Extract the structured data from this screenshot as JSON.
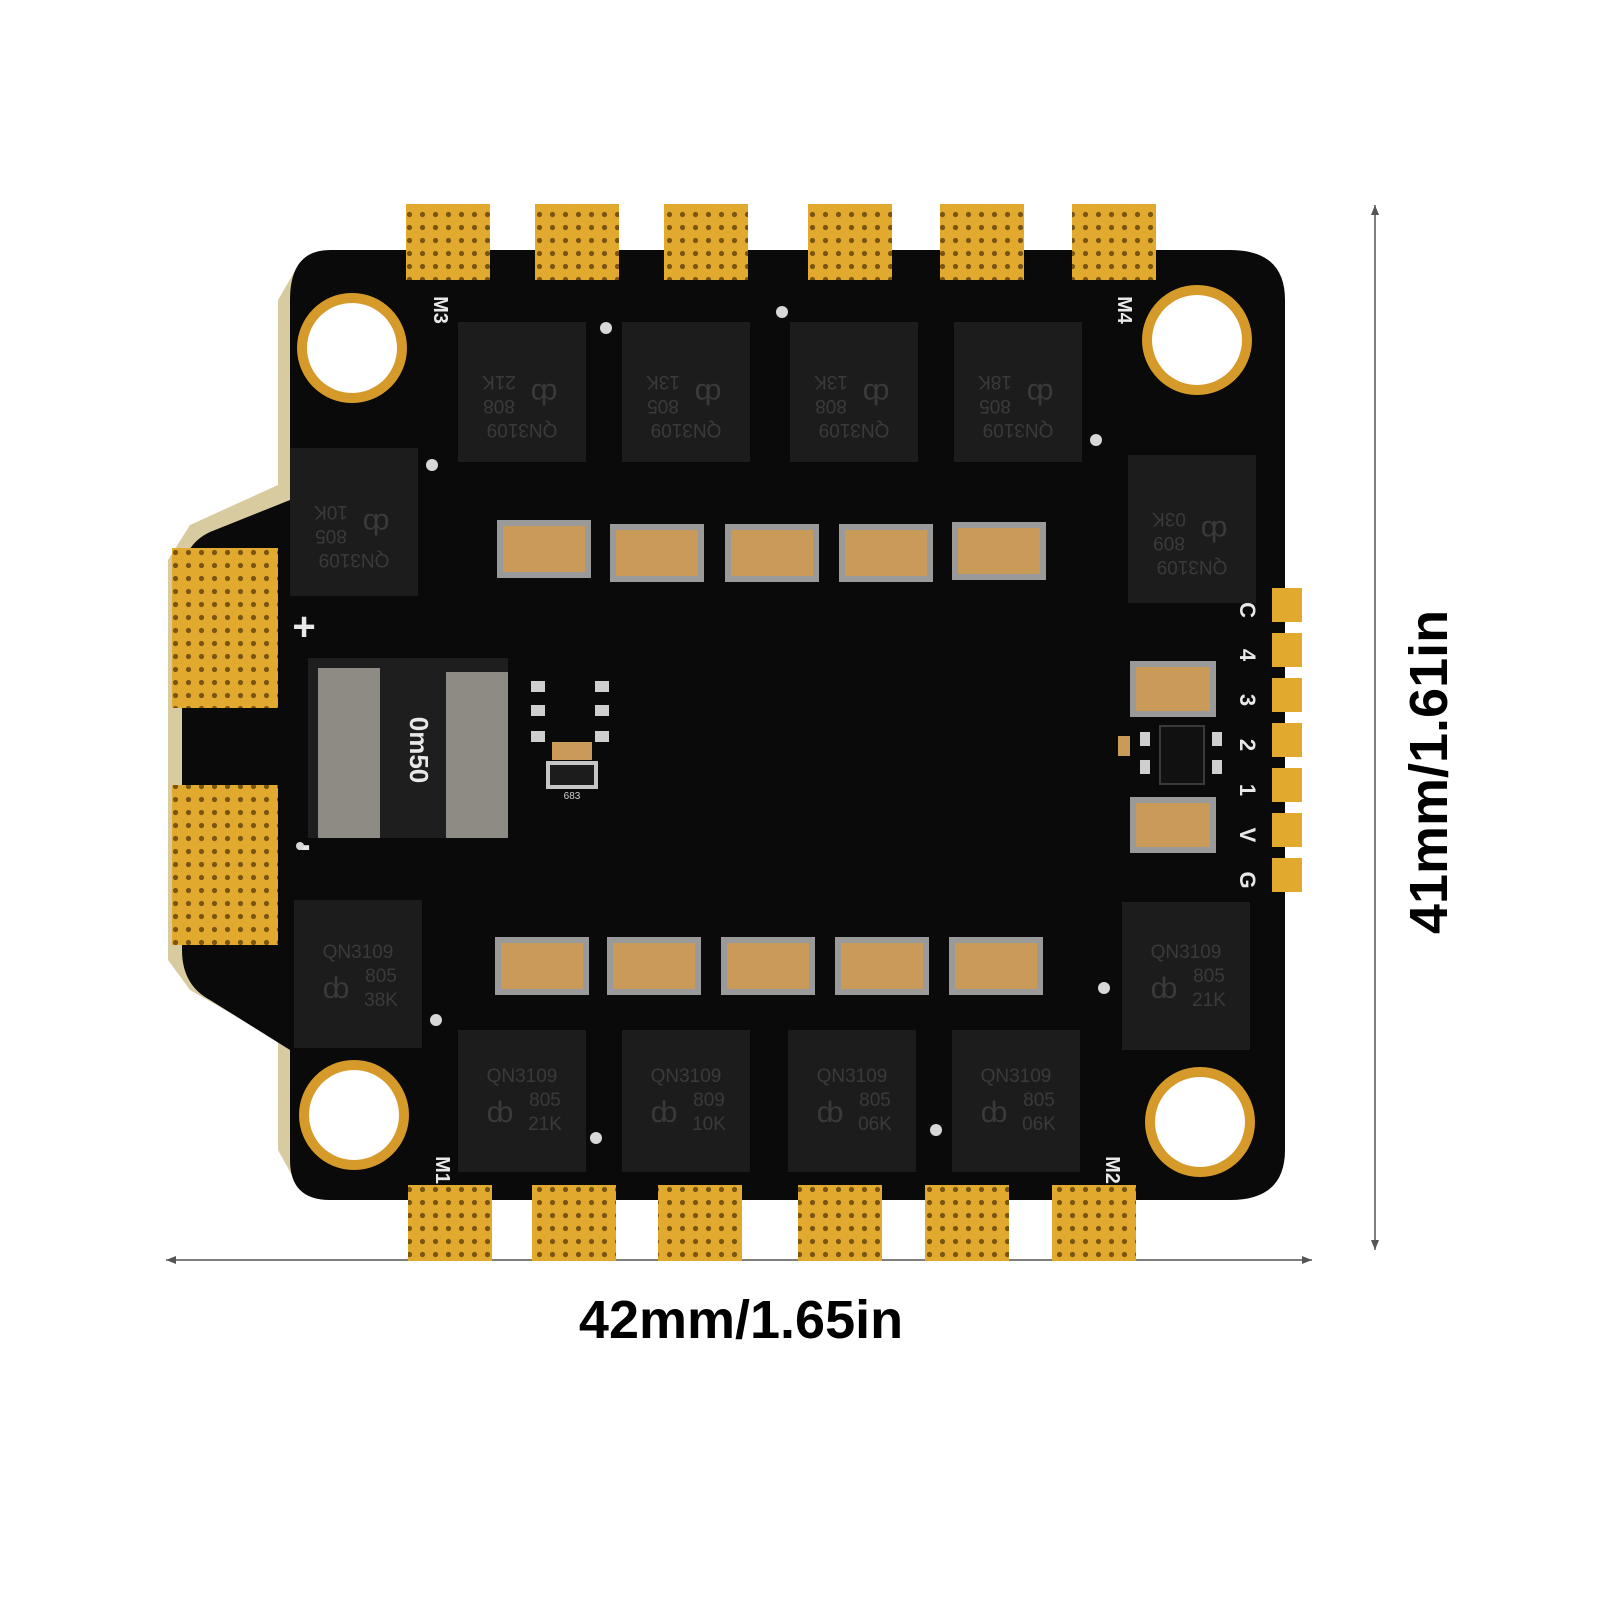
{
  "dimensions": {
    "width_label": "42mm/1.65in",
    "height_label": "41mm/1.61in"
  },
  "board": {
    "colors": {
      "pcb": "#0a0a0a",
      "gold": "#e2a92f",
      "copper_ring": "#d59a2a",
      "chip": "#1c1c1c",
      "cap": "#c99a58"
    },
    "motor_labels": {
      "m1": "M1",
      "m2": "M2",
      "m3": "M3",
      "m4": "M4"
    },
    "power_labels": {
      "plus": "+",
      "minus": "-"
    },
    "signal_pins": [
      "C",
      "4",
      "3",
      "2",
      "1",
      "V",
      "G"
    ],
    "shunt_label": "0m50",
    "resistor_label": "683",
    "mosfets_top": [
      {
        "line1": "QN3109",
        "line2": "808",
        "line3": "21K"
      },
      {
        "line1": "QN3109",
        "line2": "805",
        "line3": "13K"
      },
      {
        "line1": "QN3109",
        "line2": "808",
        "line3": "13K"
      },
      {
        "line1": "QN3109",
        "line2": "805",
        "line3": "18K"
      }
    ],
    "mosfet_left_upper": {
      "line1": "QN3109",
      "line2": "805",
      "line3": "10K"
    },
    "mosfet_right_upper": {
      "line1": "QN3109",
      "line2": "809",
      "line3": "03K"
    },
    "mosfet_left_lower": {
      "line1": "QN3109",
      "line2": "805",
      "line3": "38K"
    },
    "mosfet_right_lower": {
      "line1": "QN3109",
      "line2": "805",
      "line3": "21K"
    },
    "mosfets_bottom": [
      {
        "line1": "QN3109",
        "line2": "805",
        "line3": "21K"
      },
      {
        "line1": "QN3109",
        "line2": "809",
        "line3": "10K"
      },
      {
        "line1": "QN3109",
        "line2": "805",
        "line3": "06K"
      },
      {
        "line1": "QN3109",
        "line2": "805",
        "line3": "06K"
      }
    ],
    "chip_logo": "ȸ"
  }
}
